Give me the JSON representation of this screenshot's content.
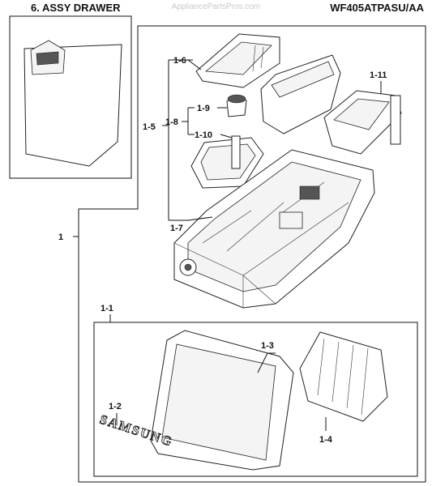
{
  "header": {
    "title": "6. ASSY DRAWER",
    "model": "WF405ATPASU/AA",
    "watermark": "AppliancePartsPros.com"
  },
  "callouts": {
    "c1": "1",
    "c1_1": "1-1",
    "c1_2": "1-2",
    "c1_3": "1-3",
    "c1_4": "1-4",
    "c1_5": "1-5",
    "c1_6": "1-6",
    "c1_7": "1-7",
    "c1_8": "1-8",
    "c1_9": "1-9",
    "c1_10": "1-10",
    "c1_11": "1-11"
  },
  "brand_text": "SAMSUNG"
}
